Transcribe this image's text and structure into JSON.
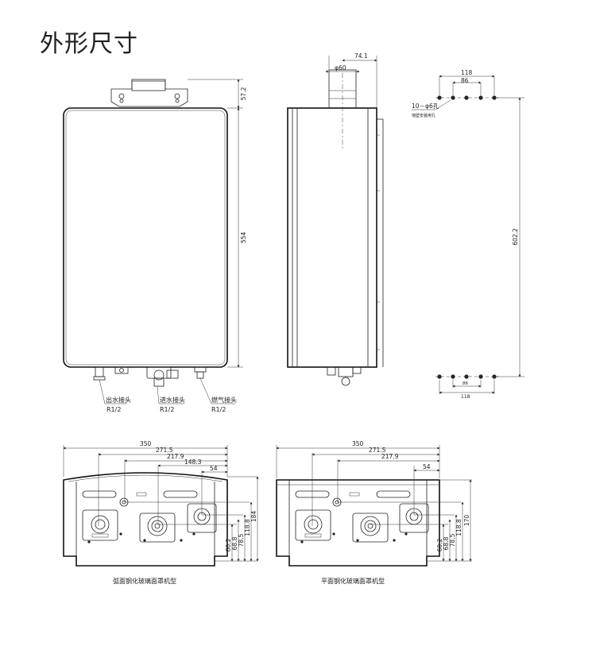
{
  "title": "外形尺寸",
  "front_view": {
    "dims": {
      "top": "57.2",
      "height": "554"
    },
    "connectors": [
      {
        "name": "出水接头",
        "size": "R1/2"
      },
      {
        "name": "进水接头",
        "size": "R1/2"
      },
      {
        "name": "燃气接头",
        "size": "R1/2"
      }
    ]
  },
  "side_view": {
    "dims": {
      "offset": "74.1",
      "flue": "φ60"
    }
  },
  "mount_view": {
    "dims": {
      "outer": "118",
      "inner": "86",
      "height": "602.2",
      "bottom_inner": "86",
      "bottom_outer": "118"
    },
    "holes_label": "10－φ6孔",
    "holes_note": "墙壁安装用孔"
  },
  "bottom_views": [
    {
      "caption": "弧面钢化玻璃面罩机型",
      "widths": [
        "350",
        "271.5",
        "217.9",
        "148.3",
        "54"
      ],
      "heights": [
        "60.2",
        "68.8",
        "78.5",
        "118.8",
        "184"
      ]
    },
    {
      "caption": "平面钢化玻璃面罩机型",
      "widths": [
        "350",
        "271.5",
        "217.9",
        "54"
      ],
      "heights": [
        "60.2",
        "68.8",
        "78.5",
        "118.8",
        "170"
      ]
    }
  ]
}
